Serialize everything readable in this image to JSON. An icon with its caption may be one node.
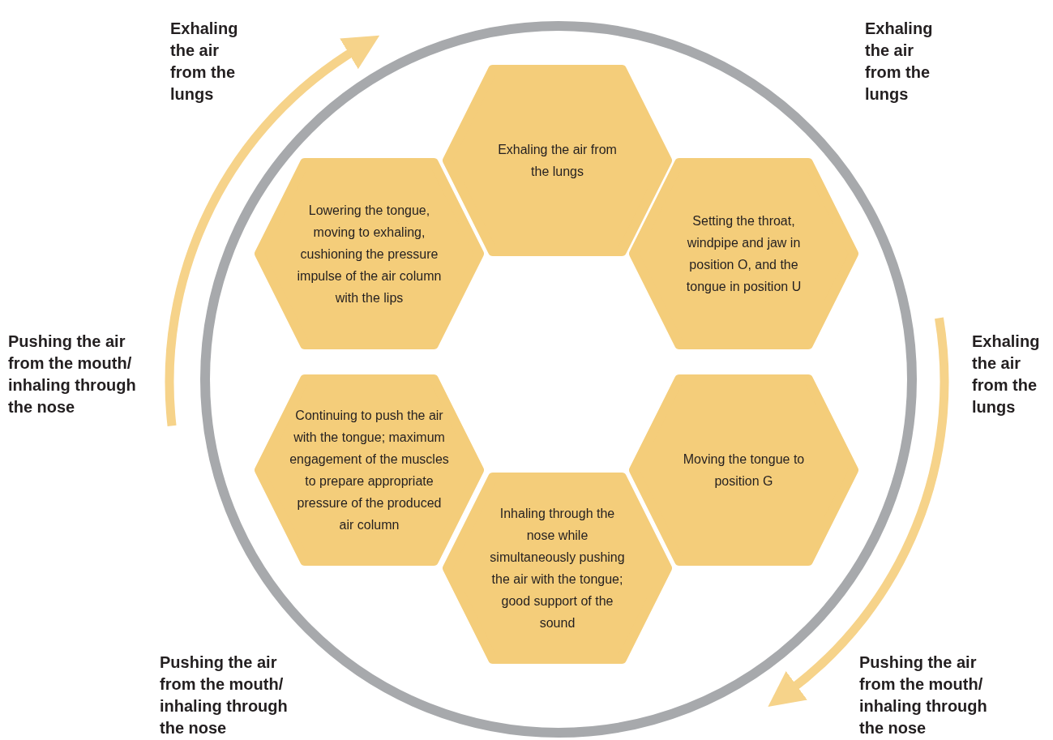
{
  "diagram": {
    "nodes": [
      {
        "text": [],
        "shape": "circle"
      },
      {
        "text": [
          "Exhaling the air from the lungs"
        ],
        "in": 0
      },
      {
        "text": [
          "Lowering the tongue, moving to exhaling, cushioning the pressure impulse of the air column with the lips"
        ],
        "in": 0
      },
      {
        "text": [
          "Setting the throat, windpipe and jaw in position O, and the tongue in position U"
        ],
        "in": 0
      },
      {
        "text": [
          "Continuing to push the air with the tongue; maximum engagement of the muscles to prepare appropriate pressure of the produced air column"
        ],
        "in": 0
      },
      {
        "text": [
          "Moving the tongue to position G"
        ],
        "in": 0
      },
      {
        "text": [
          "Inhaling through the nose while simultaneously pushing the air with the tongue; good support of the sound"
        ],
        "in": 0
      }
    ],
    "labels": [
      "Exhaling the air from the lungs",
      "Exhaling the air from the lungs",
      "Pushing the air from the mouth/ inhaling through the nose",
      "Exhaling the air from the lungs",
      "Pushing the air from the mouth/ inhaling through the nose",
      "Pushing the air from the mouth/ inhaling through the nose"
    ]
  }
}
